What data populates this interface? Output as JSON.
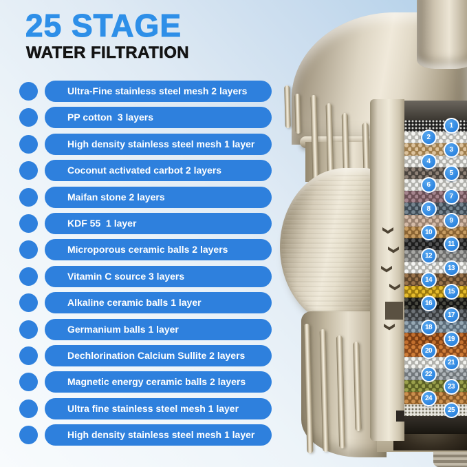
{
  "header": {
    "title": "25 STAGE",
    "subtitle": "WATER FILTRATION"
  },
  "colors": {
    "title_blue": "#2e8fe8",
    "pill_blue": "#2e80dd",
    "pill_text": "#ffffff",
    "badge_blue": "#2f8ee8",
    "metal_champagne": "#e9e2d2",
    "background_top_right": "#b2d0e9",
    "background_bottom_left": "#f8fbfd"
  },
  "stages": [
    "Ultra-Fine stainless steel mesh 2 layers",
    "PP cotton  3 layers",
    "High density stainless steel mesh 1 layer",
    "Coconut activated carbot 2 layers",
    "Maifan stone 2 layers",
    "KDF 55  1 layer",
    "Microporous ceramic balls 2 layers",
    "Vitamin C source 3 layers",
    "Alkaline ceramic balls 1 layer",
    "Germanium balls 1 layer",
    "Dechlorination Calcium Sullite 2 layers",
    "Magnetic energy ceramic balls 2 layers",
    "Ultra fine stainless steel mesh 1 layer",
    "High density stainless steel mesh 1 layer"
  ],
  "filter_layers": [
    {
      "num": 1,
      "base": "#1f1f1f",
      "ball": "#d8d8d4",
      "mesh": true
    },
    {
      "num": 2,
      "base": "#b7b7b2",
      "ball": "#f4f4f1"
    },
    {
      "num": 3,
      "base": "#a07f4e",
      "ball": "#dcc29c"
    },
    {
      "num": 4,
      "base": "#b3b3ae",
      "ball": "#f2f2ef"
    },
    {
      "num": 5,
      "base": "#4a443e",
      "ball": "#8f8277"
    },
    {
      "num": 6,
      "base": "#b0b0ab",
      "ball": "#efefec"
    },
    {
      "num": 7,
      "base": "#6c5056",
      "ball": "#a5858e"
    },
    {
      "num": 8,
      "base": "#3e4a54",
      "ball": "#75848f"
    },
    {
      "num": 9,
      "base": "#9a8270",
      "ball": "#d5bba8"
    },
    {
      "num": 10,
      "base": "#8a6434",
      "ball": "#c79c62"
    },
    {
      "num": 11,
      "base": "#1d1d1d",
      "ball": "#525252"
    },
    {
      "num": 12,
      "base": "#6e6e6c",
      "ball": "#a7a7a4"
    },
    {
      "num": 13,
      "base": "#b3b3ae",
      "ball": "#f4f4f2"
    },
    {
      "num": 14,
      "base": "#5e452a",
      "ball": "#9a744c"
    },
    {
      "num": 15,
      "base": "#9c7a0e",
      "ball": "#e6bc2c"
    },
    {
      "num": 16,
      "base": "#161614",
      "ball": "#48483f"
    },
    {
      "num": 17,
      "base": "#393c3f",
      "ball": "#6e7378"
    },
    {
      "num": 18,
      "base": "#5c6c79",
      "ball": "#96a8b4"
    },
    {
      "num": 19,
      "base": "#7c3e12",
      "ball": "#c26f2e"
    },
    {
      "num": 20,
      "base": "#8a491a",
      "ball": "#d07e38"
    },
    {
      "num": 21,
      "base": "#b1b1ac",
      "ball": "#f2f2ee"
    },
    {
      "num": 22,
      "base": "#71777b",
      "ball": "#b0b6ba"
    },
    {
      "num": 23,
      "base": "#5c6124",
      "ball": "#9ba14c"
    },
    {
      "num": 24,
      "base": "#8a5a26",
      "ball": "#cc904e"
    },
    {
      "num": 25,
      "base": "#e9e7e0",
      "ball": "#75715f",
      "mesh": true
    }
  ]
}
